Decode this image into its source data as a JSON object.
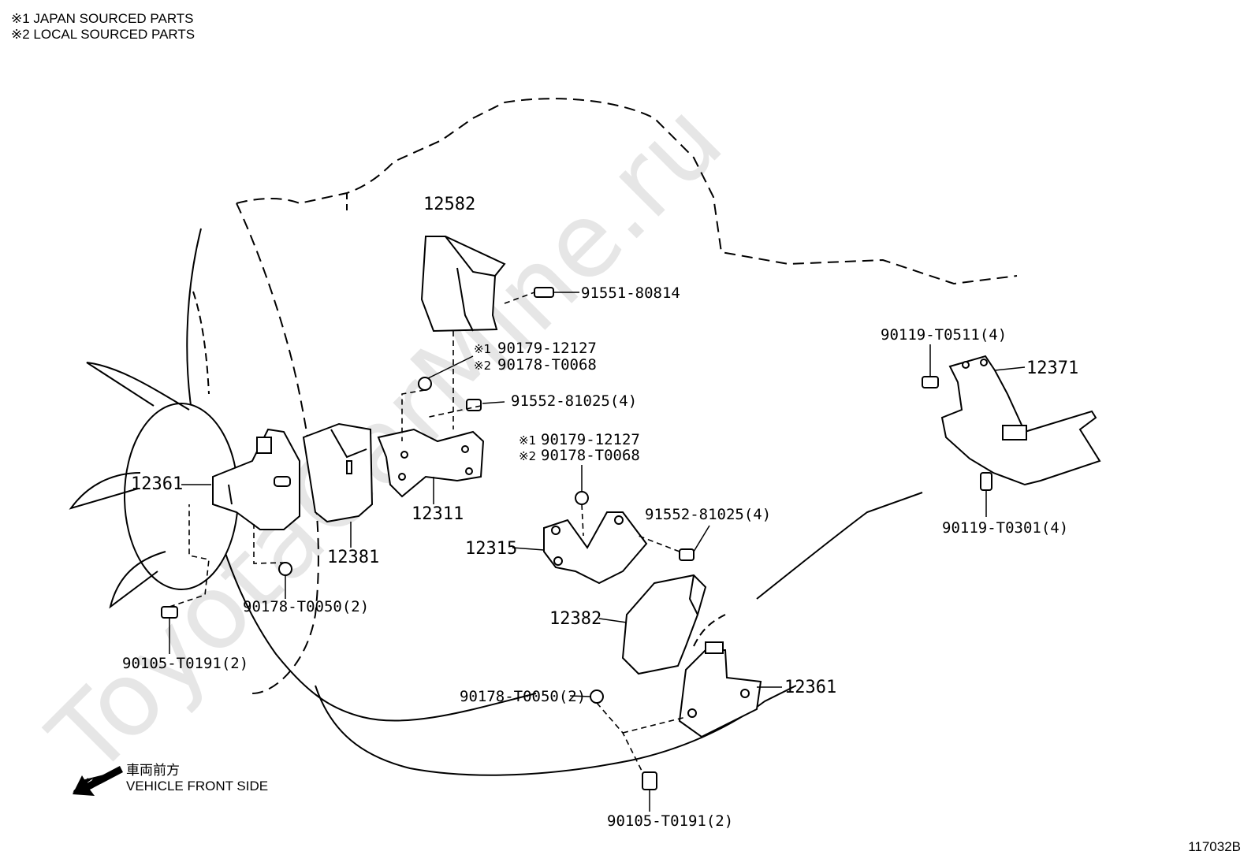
{
  "notes": {
    "note1": "※1 JAPAN SOURCED PARTS",
    "note2": "※2 LOCAL SOURCED PARTS"
  },
  "watermark": "ToyotaCarMine.ru",
  "direction": {
    "jp": "車両前方",
    "en": "VEHICLE FRONT SIDE"
  },
  "reference": "117032B",
  "parts": {
    "p12582": "12582",
    "p91551_80814": "91551-80814",
    "p90179_12127_a": "90179-12127",
    "p90178_T0068_a": "90178-T0068",
    "p91552_81025_a": "91552-81025(4)",
    "p12361_left": "12361",
    "p12381": "12381",
    "p12311": "12311",
    "p90178_T0050_a": "90178-T0050(2)",
    "p90105_T0191_a": "90105-T0191(2)",
    "p90179_12127_b": "90179-12127",
    "p90178_T0068_b": "90178-T0068",
    "p91552_81025_b": "91552-81025(4)",
    "p12315": "12315",
    "p12382": "12382",
    "p90178_T0050_b": "90178-T0050(2)",
    "p12361_right": "12361",
    "p90105_T0191_b": "90105-T0191(2)",
    "p90119_T0511": "90119-T0511(4)",
    "p12371": "12371",
    "p90119_T0301": "90119-T0301(4)"
  },
  "markers": {
    "m1": "※1",
    "m2": "※2"
  },
  "icons": {
    "arrow": "front-direction-arrow-icon"
  }
}
